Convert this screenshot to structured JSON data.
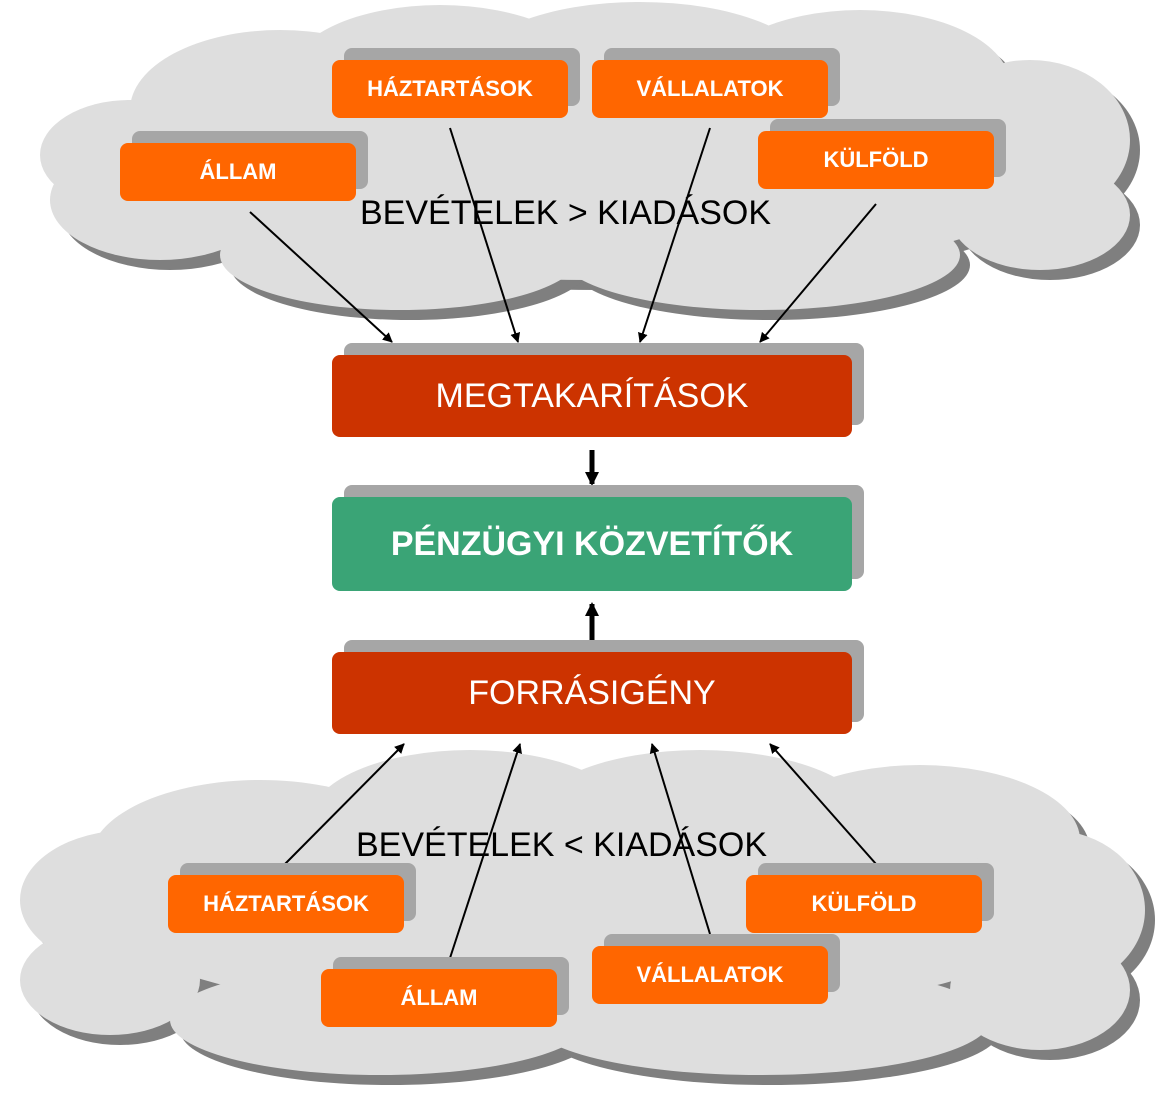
{
  "top_cloud": {
    "label": "BEVÉTELEK > KIADÁSOK",
    "boxes": {
      "allam": "ÁLLAM",
      "haztartasok": "HÁZTARTÁSOK",
      "vallalatok": "VÁLLALATOK",
      "kulfold": "KÜLFÖLD"
    }
  },
  "center": {
    "megtakaritasok": "MEGTAKARÍTÁSOK",
    "penzugyi_kozvetitok": "PÉNZÜGYI KÖZVETÍTŐK",
    "forrasigeny": "FORRÁSIGÉNY"
  },
  "bottom_cloud": {
    "label": "BEVÉTELEK < KIADÁSOK",
    "boxes": {
      "haztartasok": "HÁZTARTÁSOK",
      "allam": "ÁLLAM",
      "vallalatok": "VÁLLALATOK",
      "kulfold": "KÜLFÖLD"
    }
  },
  "colors": {
    "sector_box": "#ff6600",
    "aggregate_box": "#cc3300",
    "intermediary_box": "#3aa476",
    "cloud": "#dedede",
    "cloud_shadow": "#7f7f7f",
    "box_shadow": "#a6a6a6"
  }
}
